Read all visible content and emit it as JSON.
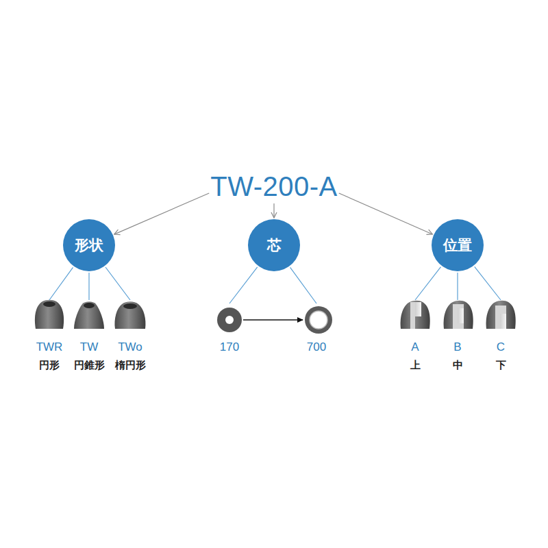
{
  "diagram": {
    "nodes": [
      {
        "text": [
          "TW-200-A"
        ]
      },
      {
        "text": [
          "形状"
        ]
      },
      {
        "text": [
          "芯"
        ]
      },
      {
        "text": [
          "位置"
        ]
      },
      {
        "text": [
          "TWR",
          "円形"
        ]
      },
      {
        "text": [
          "TW",
          "円錐形"
        ]
      },
      {
        "text": [
          "TWo",
          "楕円形"
        ]
      },
      {
        "text": [
          "170"
        ]
      },
      {
        "text": [
          "700"
        ]
      },
      {
        "text": [
          "A",
          "上"
        ]
      },
      {
        "text": [
          "B",
          "中"
        ]
      },
      {
        "text": [
          "C",
          "下"
        ]
      }
    ],
    "edges": [
      {
        "from": 0,
        "to": 1,
        "arrow": "to"
      },
      {
        "from": 0,
        "to": 2,
        "arrow": "to"
      },
      {
        "from": 0,
        "to": 3,
        "arrow": "to"
      },
      {
        "from": 1,
        "to": 4,
        "arrow": "none"
      },
      {
        "from": 1,
        "to": 5,
        "arrow": "none"
      },
      {
        "from": 1,
        "to": 6,
        "arrow": "none"
      },
      {
        "from": 2,
        "to": 7,
        "arrow": "none"
      },
      {
        "from": 2,
        "to": 8,
        "arrow": "none"
      },
      {
        "from": 7,
        "to": 8,
        "arrow": "to"
      },
      {
        "from": 3,
        "to": 9,
        "arrow": "none"
      },
      {
        "from": 3,
        "to": 10,
        "arrow": "none"
      },
      {
        "from": 3,
        "to": 11,
        "arrow": "none"
      }
    ]
  }
}
